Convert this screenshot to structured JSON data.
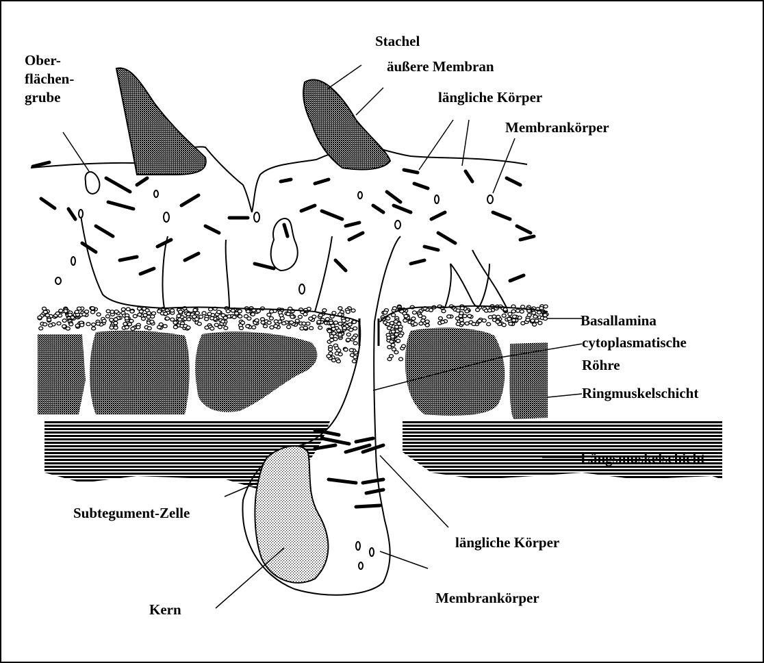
{
  "diagram": {
    "labels": {
      "oberflaechengrube": [
        "Ober-",
        "flächen-",
        "grube"
      ],
      "stachel": "Stachel",
      "aeussere_membran": "äußere Membran",
      "laengliche_koerper_top": "längliche Körper",
      "membrankoerper_top": "Membrankörper",
      "basallamina": "Basallamina",
      "cytoplasmatische_roehre": [
        "cytoplasmatische",
        "Röhre"
      ],
      "ringmuskelschicht": "Ringmuskelschicht",
      "laengsmuskelschicht": "Längsmuskelschicht",
      "subtegument_zelle": "Subtegument-Zelle",
      "laengliche_koerper_bottom": "längliche Körper",
      "kern": "Kern",
      "membrankoerper_bottom": "Membrankörper"
    }
  }
}
